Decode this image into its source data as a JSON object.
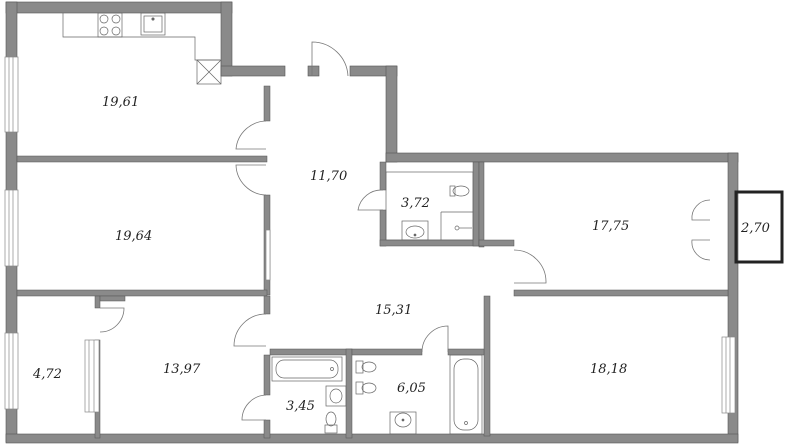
{
  "floor_plan": {
    "colors": {
      "wall": "#8a8a8a",
      "wall_outline": "#555555",
      "balcony_wall": "#222222",
      "fixture_stroke": "#666666",
      "window_stroke": "#888888",
      "floor": "#ffffff"
    },
    "rooms": [
      {
        "id": "bedroom-northwest",
        "area": "19,61"
      },
      {
        "id": "hallway",
        "area": "11,70"
      },
      {
        "id": "bathroom-north",
        "area": "3,72"
      },
      {
        "id": "bedroom-west",
        "area": "19,64"
      },
      {
        "id": "living-room",
        "area": "17,75"
      },
      {
        "id": "balcony",
        "area": "2,70"
      },
      {
        "id": "corridor",
        "area": "15,31"
      },
      {
        "id": "storage",
        "area": "4,72"
      },
      {
        "id": "bedroom-southwest",
        "area": "13,97"
      },
      {
        "id": "bathroom-south-small",
        "area": "3,45"
      },
      {
        "id": "bathroom-south-large",
        "area": "6,05"
      },
      {
        "id": "bedroom-southeast",
        "area": "18,18"
      }
    ],
    "fixtures": [
      "stove-icon",
      "sink-icon",
      "ventilation-shaft-icon",
      "toilet-icon",
      "bathtub-icon",
      "washbasin-icon"
    ]
  }
}
